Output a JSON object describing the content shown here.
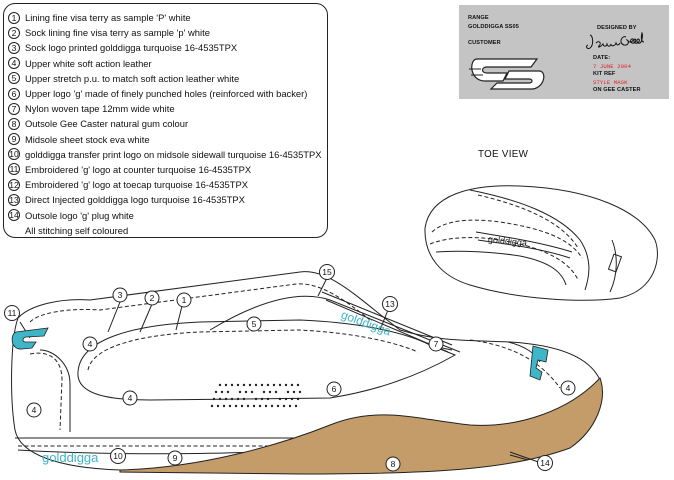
{
  "notes": [
    {
      "num": "1",
      "text": "Lining fine visa terry as sample 'P' white"
    },
    {
      "num": "2",
      "text": "Sock lining fine visa terry as sample 'p' white"
    },
    {
      "num": "3",
      "text": "Sock logo printed golddigga turquoise 16-4535TPX"
    },
    {
      "num": "4",
      "text": "Upper white soft action leather"
    },
    {
      "num": "5",
      "text": "Upper stretch p.u. to match soft action leather white"
    },
    {
      "num": "6",
      "text": "Upper logo 'g' made of finely punched holes (reinforced with backer)"
    },
    {
      "num": "7",
      "text": "Nylon woven tape 12mm wide white"
    },
    {
      "num": "8",
      "text": "Outsole Gee Caster natural gum colour"
    },
    {
      "num": "9",
      "text": "Midsole sheet stock eva white"
    },
    {
      "num": "10",
      "text": "golddigga transfer print logo on midsole sidewall turquoise 16-4535TPX"
    },
    {
      "num": "11",
      "text": "Embroidered 'g' logo at counter turquoise 16-4535TPX"
    },
    {
      "num": "12",
      "text": "Embroidered 'g' logo at toecap turquoise 16-4535TPX"
    },
    {
      "num": "13",
      "text": "Direct Injected golddigga logo turquoise 16-4535TPX"
    },
    {
      "num": "14",
      "text": "Outsole logo 'g' plug white"
    },
    {
      "num": "",
      "text": "All stitching self coloured"
    }
  ],
  "spec": {
    "range_label": "RANGE",
    "range_value": "GOLDDIGGA SS05",
    "customer_label": "CUSTOMER",
    "designed_by_label": "DESIGNED BY",
    "signature": "Jemma Good",
    "date_label": "DATE:",
    "date_value": "7 JUNE 2004",
    "kit_ref_label": "KIT REF",
    "kit_ref_value": "STYLE MASK",
    "base_label": "ON GEE CASTER"
  },
  "toe_view_title": "TOE VIEW",
  "brand_text": "golddigga",
  "callouts": {
    "c1": "1",
    "c2": "2",
    "c3": "3",
    "c4a": "4",
    "c4b": "4",
    "c4c": "4",
    "c4d": "4",
    "c5": "5",
    "c6": "6",
    "c7": "7",
    "c8": "8",
    "c9": "9",
    "c10": "10",
    "c11": "11",
    "c13": "13",
    "c14": "14",
    "c15": "15"
  },
  "colors": {
    "turquoise": "#3fb5c8",
    "gum": "#c49c6a",
    "spec_panel": "#c4c4c4",
    "red_text": "#e01f1f"
  }
}
